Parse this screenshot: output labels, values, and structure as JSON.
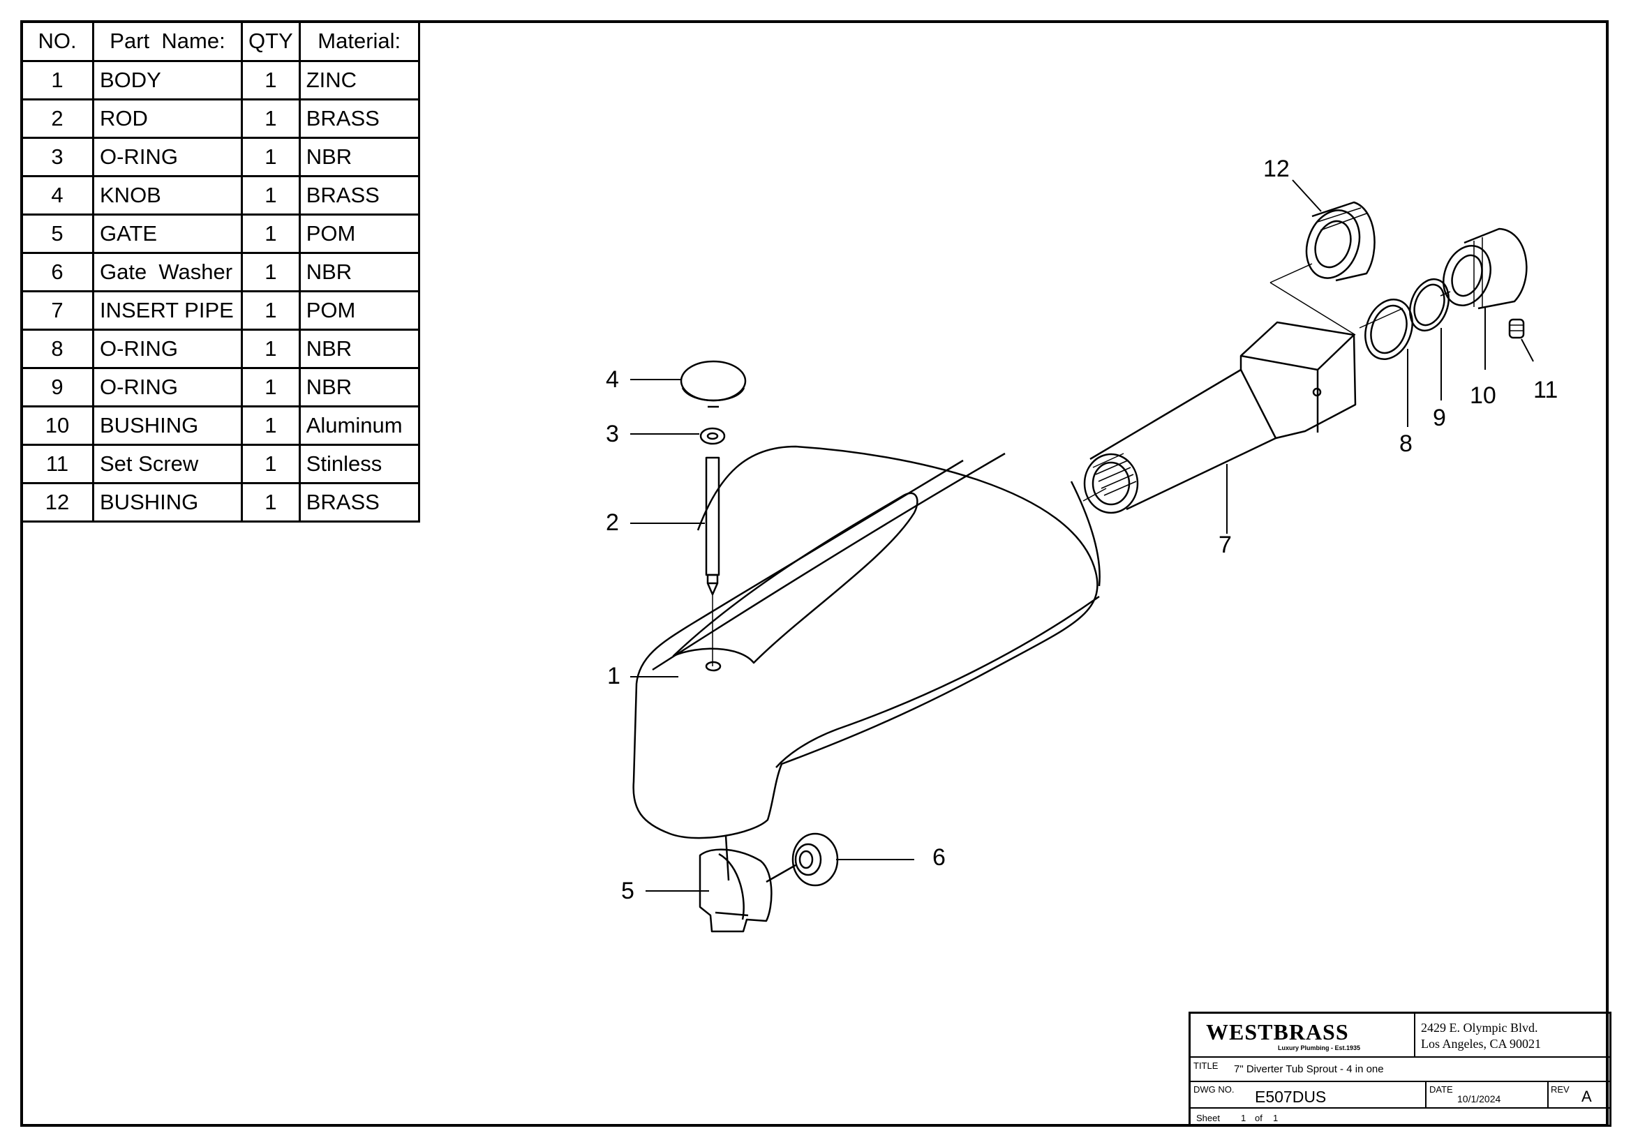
{
  "bom": {
    "headers": [
      "NO.",
      "Part  Name:",
      "QTY",
      "Material:"
    ],
    "rows": [
      [
        "1",
        "BODY",
        "1",
        "ZINC"
      ],
      [
        "2",
        "ROD",
        "1",
        "BRASS"
      ],
      [
        "3",
        "O-RING",
        "1",
        "NBR"
      ],
      [
        "4",
        "KNOB",
        "1",
        "BRASS"
      ],
      [
        "5",
        "GATE",
        "1",
        "POM"
      ],
      [
        "6",
        "Gate  Washer",
        "1",
        "NBR"
      ],
      [
        "7",
        "INSERT PIPE",
        "1",
        "POM"
      ],
      [
        "8",
        "O-RING",
        "1",
        "NBR"
      ],
      [
        "9",
        "O-RING",
        "1",
        "NBR"
      ],
      [
        "10",
        "BUSHING",
        "1",
        "Aluminum"
      ],
      [
        "11",
        "Set Screw",
        "1",
        "Stinless"
      ],
      [
        "12",
        "BUSHING",
        "1",
        "BRASS"
      ]
    ]
  },
  "callouts": [
    "1",
    "2",
    "3",
    "4",
    "5",
    "6",
    "7",
    "8",
    "9",
    "10",
    "11",
    "12"
  ],
  "title_block": {
    "company": "WESTBRASS",
    "tagline": "Luxury Plumbing - Est.1935",
    "address_line1": "2429 E. Olympic Blvd.",
    "address_line2": "Los Angeles, CA 90021",
    "title_label": "TITLE",
    "title": "7\" Diverter Tub Sprout - 4 in one",
    "dwg_label": "DWG NO.",
    "dwg_no": "E507DUS",
    "date_label": "DATE",
    "date": "10/1/2024",
    "rev_label": "REV",
    "rev": "A",
    "sheet_label": "Sheet",
    "sheet_no": "1",
    "of_label": "of",
    "sheet_total": "1"
  }
}
